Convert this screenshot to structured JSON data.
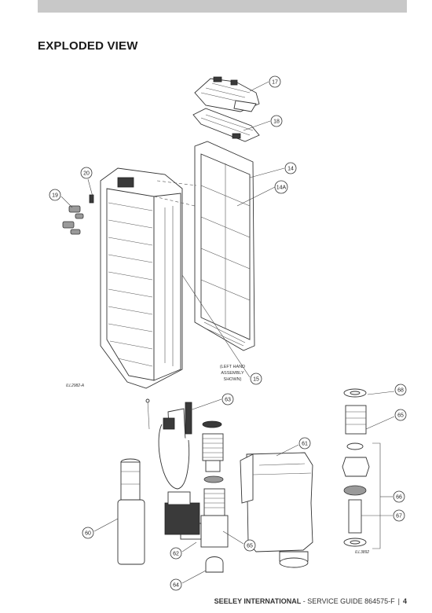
{
  "heading": "EXPLODED VIEW",
  "callouts": {
    "c17": "17",
    "c18": "18",
    "c14": "14",
    "c14a": "14A",
    "c20": "20",
    "c19": "19",
    "c15": "15",
    "c63": "63",
    "c68": "68",
    "c65a": "65",
    "c61": "61",
    "c66": "66",
    "c67": "67",
    "c60": "60",
    "c62": "62",
    "c65b": "65",
    "c64": "64"
  },
  "note": {
    "line1": "(LEFT HAND",
    "line2": "ASSEMBLY",
    "line3": "SHOWN)"
  },
  "ill_codes": {
    "top": "ILL2982-A",
    "bottom": "ILL3892"
  },
  "footer": {
    "brand": "SEELEY INTERNATIONAL",
    "guide": " - SERVICE GUIDE 864575-F",
    "separator": "|",
    "page": "4"
  }
}
